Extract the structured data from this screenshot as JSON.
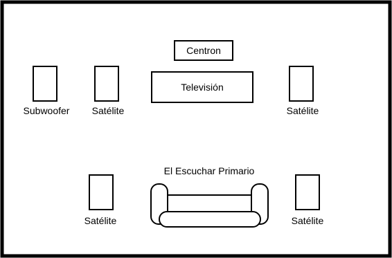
{
  "diagram": {
    "labels": {
      "center": "Centron",
      "tv": "Televisión",
      "subwoofer": "Subwoofer",
      "satellite_front_left": "Satélite",
      "satellite_front_right": "Satélite",
      "satellite_rear_left": "Satélite",
      "satellite_rear_right": "Satélite",
      "listener": "El Escuchar Primario"
    },
    "colors": {
      "line": "#000000",
      "background": "#ffffff"
    }
  }
}
